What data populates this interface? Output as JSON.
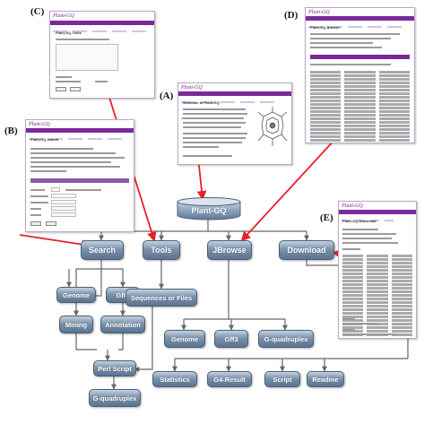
{
  "central": {
    "label": "Plant-GQ"
  },
  "level1": {
    "search": "Search",
    "tools": "Tools",
    "jbrowse": "JBrowse",
    "download": "Download"
  },
  "level2": {
    "genome": "Genome",
    "gff3": "Gff3",
    "mining": "Mining",
    "annotation": "Annotation",
    "seqfiles": "Sequences or Files",
    "perl": "Perl Script",
    "gquad": "G-quadruplex"
  },
  "jb": {
    "genome": "Genome",
    "gff3": "Gff3",
    "gquad": "G-quadruplex"
  },
  "dl": {
    "statistics": "Statistics",
    "g4": "G4-Result",
    "script": "Script",
    "readme": "Readme"
  },
  "panels": {
    "a": {
      "tag": "(A)",
      "site": "Plant-GQ",
      "heading": "Welcome to Plant-GQ"
    },
    "b": {
      "tag": "(B)",
      "site": "Plant-GQ",
      "heading": "Plant-GQ search"
    },
    "c": {
      "tag": "(C)",
      "site": "Plant-GQ",
      "heading": "Plant-GQ Tools"
    },
    "d": {
      "tag": "(D)",
      "site": "Plant-GQ",
      "heading": "Plant-GQ Browse"
    },
    "e": {
      "tag": "(E)",
      "site": "Plant-GQ",
      "heading": "Plant-GQ Download"
    }
  },
  "colors": {
    "arrow": "#e8202a",
    "line": "#666666",
    "node": "#6d86a2",
    "nav": "#7a2a9a"
  }
}
